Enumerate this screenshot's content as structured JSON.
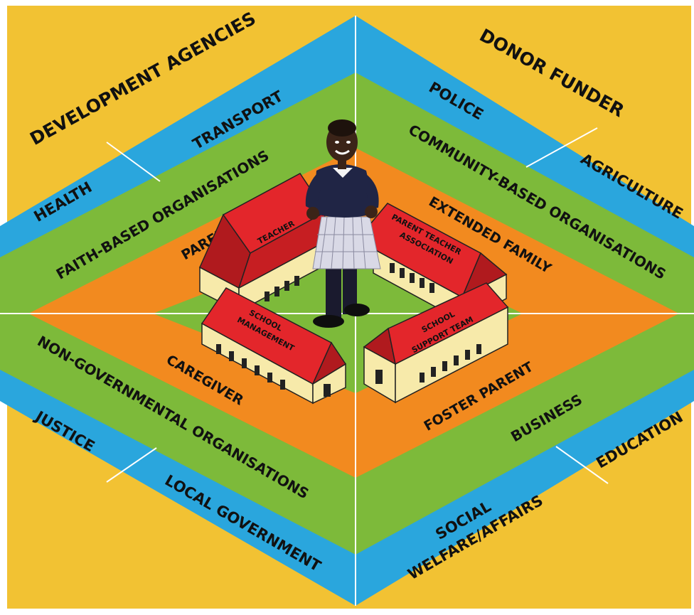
{
  "colors": {
    "background": "#ffffff",
    "yellow": "#f2c233",
    "blue": "#2aa6dd",
    "green": "#7dba3a",
    "orange": "#f28a1f",
    "inner_green": "#7dba3a",
    "roof_red": "#e3262b",
    "wall": "#f7eaaa",
    "divider": "#ffffff"
  },
  "outer": {
    "top_left": "DEVELOPMENT AGENCIES",
    "top_right": "DONOR FUNDER"
  },
  "blue_ring": {
    "health": "HEALTH",
    "transport": "TRANSPORT",
    "police": "POLICE",
    "agriculture": "AGRICULTURE",
    "justice": "JUSTICE",
    "local_government": "LOCAL GOVERNMENT",
    "social_welfare_line1": "SOCIAL",
    "social_welfare_line2": "WELFARE/AFFAIRS",
    "education": "EDUCATION"
  },
  "green_ring": {
    "faith_based": "FAITH-BASED ORGANISATIONS",
    "community_based": "COMMUNITY-BASED ORGANISATIONS",
    "non_governmental": "NON-GOVERNMENTAL ORGANISATIONS",
    "business": "BUSINESS"
  },
  "orange_ring": {
    "parent": "PARENT",
    "extended_family": "EXTENDED FAMILY",
    "caregiver": "CAREGIVER",
    "foster_parent": "FOSTER PARENT"
  },
  "buildings": {
    "teacher": "TEACHER",
    "pta_line1": "PARENT TEACHER",
    "pta_line2": "ASSOCIATION",
    "management_line1": "SCHOOL",
    "management_line2": "MANAGEMENT",
    "support_line1": "SCHOOL",
    "support_line2": "SUPPORT TEAM"
  }
}
